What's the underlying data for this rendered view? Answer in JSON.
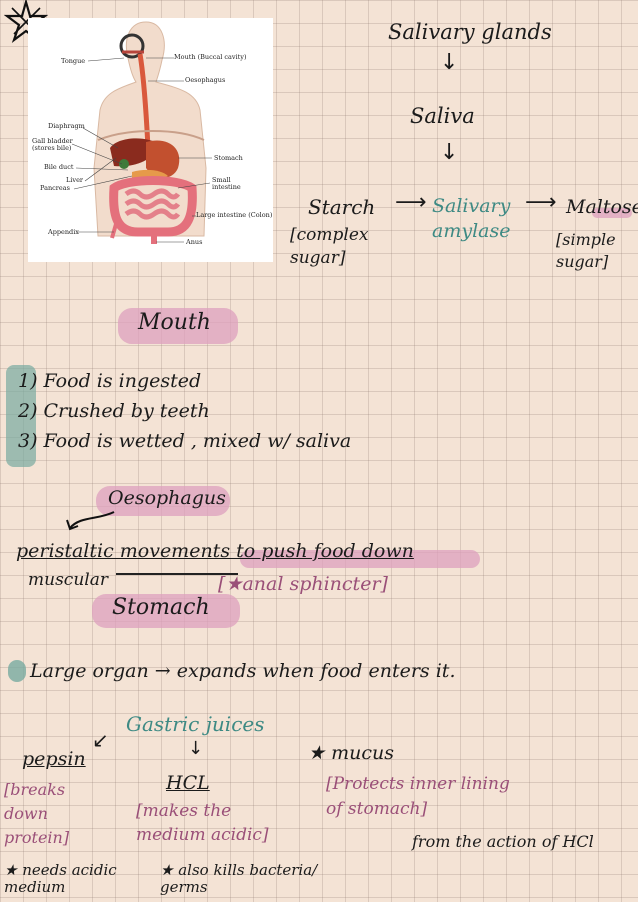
{
  "diagram": {
    "labels": {
      "tongue": "Tongue",
      "mouth": "Mouth (Buccal cavity)",
      "oesophagus": "Oesophagus",
      "diaphragm": "Diaphragm",
      "gall_bladder": "Gall bladder\n(stores bile)",
      "bile_duct": "Bile duct",
      "liver": "Liver",
      "pancreas": "Pancreas",
      "stomach": "Stomach",
      "small_intestine": "Small\nintestine",
      "large_intestine": "Large intestine (Colon)",
      "appendix": "Appendix",
      "anus": "Anus"
    }
  },
  "flow": {
    "salivary_glands": "Salivary glands",
    "saliva": "Saliva",
    "starch": "Starch",
    "starch_note": "[complex\nsugar]",
    "enzyme": "Salivary\namylase",
    "maltose": "Maltose",
    "maltose_note": "[simple\nsugar]"
  },
  "mouth": {
    "heading": "Mouth",
    "points": [
      "1) Food is ingested",
      "2) Crushed by teeth",
      "3) Food is wetted , mixed w/ saliva"
    ]
  },
  "oesophagus": {
    "heading": "Oesophagus",
    "line1": "peristaltic movements to push food down",
    "muscular": "muscular",
    "sphincter": "[★anal sphincter]"
  },
  "stomach": {
    "heading": "Stomach",
    "point": "Large organ → expands when food enters it.",
    "gastric": "Gastric juices",
    "pepsin": "pepsin",
    "pepsin_note": "[breaks\ndown\nprotein]",
    "pepsin_star": "★ needs acidic\nmedium",
    "hcl": "HCL",
    "hcl_note": "[makes the\nmedium acidic]",
    "hcl_star": "★ also kills bacteria/\ngerms",
    "mucus": "★ mucus",
    "mucus_note": "[Protects inner lining\nof stomach]",
    "mucus_extra": "from the action of HCl"
  }
}
